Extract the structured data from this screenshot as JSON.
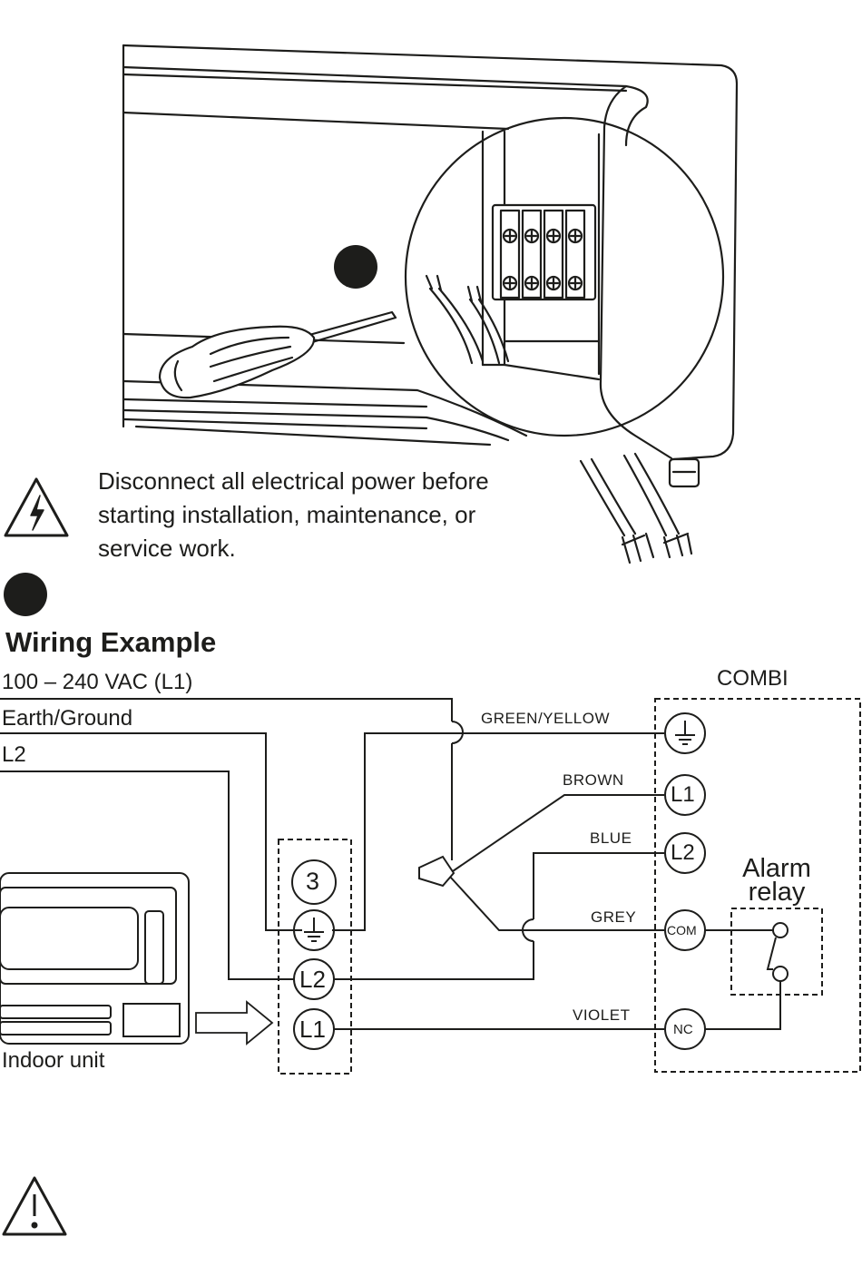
{
  "warning_text": {
    "line1": "Disconnect all electrical power before",
    "line2": "starting installation, maintenance, or",
    "line3": "service work."
  },
  "section_title": "Wiring Example",
  "supply_labels": {
    "l1": "100 – 240 VAC (L1)",
    "earth": "Earth/Ground",
    "l2": "L2"
  },
  "combi": {
    "title": "COMBI",
    "wires": {
      "green_yellow": "GREEN/YELLOW",
      "brown": "BROWN",
      "blue": "BLUE",
      "grey": "GREY",
      "violet": "VIOLET"
    },
    "terminals": {
      "l1": "L1",
      "l2": "L2",
      "com": "COM",
      "nc": "NC"
    },
    "alarm_relay": {
      "line1": "Alarm",
      "line2": "relay"
    }
  },
  "indoor_unit": {
    "label": "Indoor unit",
    "terminals": {
      "t3": "3",
      "l2": "L2",
      "l1": "L1"
    }
  },
  "icons": {
    "top": "high-voltage-warning-icon",
    "bottom": "caution-warning-icon",
    "earth": "earth-ground-icon"
  },
  "colors": {
    "line": "#1d1d1b",
    "background": "#ffffff"
  }
}
